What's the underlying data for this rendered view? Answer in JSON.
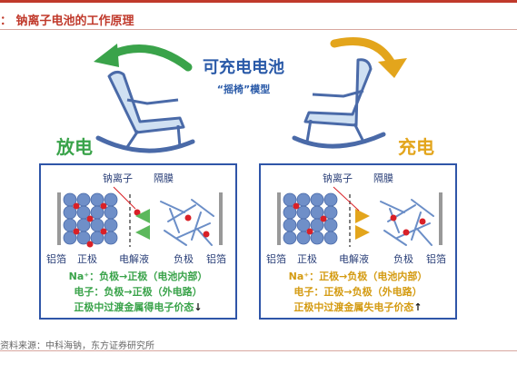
{
  "figure": {
    "title": "：  钠离子电池的工作原理",
    "source": "资料来源：中科海钠，东方证券研究所"
  },
  "center": {
    "title": "可充电电池",
    "subtitle": "“摇椅”模型"
  },
  "discharge": {
    "label": "放电",
    "sodium_label": "钠离子",
    "separator_label": "隔膜",
    "bottom_labels": [
      "铝箔",
      "正极",
      "电解液",
      "负极",
      "铝箔"
    ],
    "line1": "Na⁺：负极→正极（电池内部）",
    "line2": "电子：负极→正极（外电路）",
    "line3": "正极中过渡金属得电子价态",
    "valence_arrow": "↓",
    "color": "#3aa34a"
  },
  "charge": {
    "label": "充电",
    "sodium_label": "钠离子",
    "separator_label": "隔膜",
    "bottom_labels": [
      "铝箔",
      "正极",
      "电解液",
      "负极",
      "铝箔"
    ],
    "line1": "Na⁺：正极→负极（电池内部）",
    "line2": "电子：正极→负极（外电路）",
    "line3": "正极中过渡金属失电子价态",
    "valence_arrow": "↑",
    "color": "#e3a51c"
  }
}
